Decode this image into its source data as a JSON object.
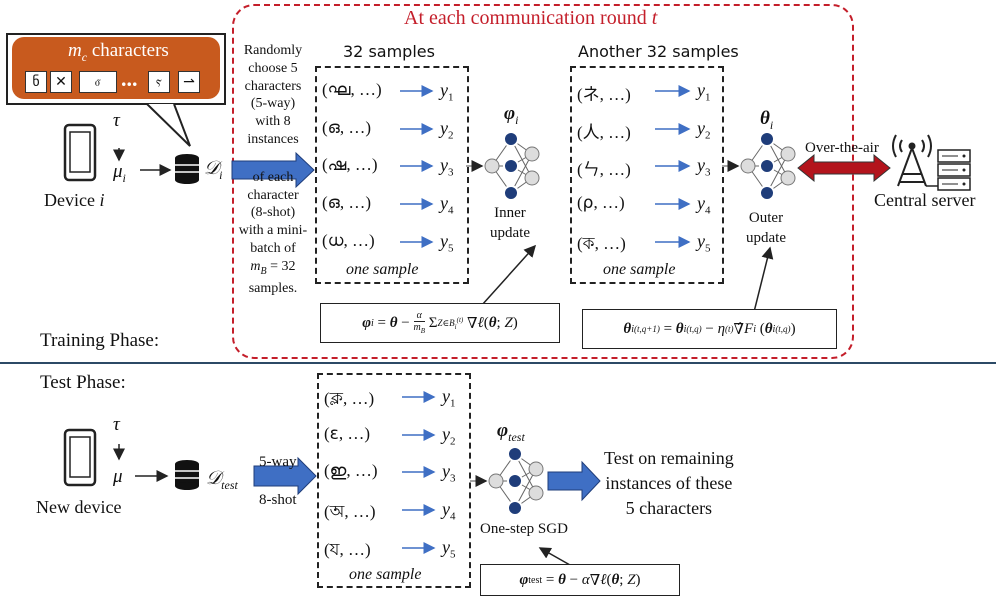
{
  "round_title": "At each communication round t",
  "chars_panel": {
    "label": "m_c characters",
    "glyphs": [
      "ნ",
      "✕",
      "ⳝ",
      "…",
      "ⲋ",
      "⇀"
    ],
    "ellipsis": "..."
  },
  "top_device": {
    "tau": "τ",
    "mu": "μ_i",
    "db": "D_i",
    "label": "Device i"
  },
  "task_desc": [
    "Randomly",
    "choose 5",
    "characters",
    "(5-way)",
    "with 8",
    "instances",
    "of each",
    "character",
    "(8-shot)",
    "with a mini-",
    "batch of",
    "m_B = 32",
    "samples."
  ],
  "inner_samples": {
    "title": "32 samples",
    "rows": [
      {
        "glyph": "ഘ",
        "y": "y1"
      },
      {
        "glyph": "ഒ",
        "y": "y2"
      },
      {
        "glyph": "ഷ",
        "y": "y3"
      },
      {
        "glyph": "ഒ",
        "y": "y4"
      },
      {
        "glyph": "ധ",
        "y": "y5"
      }
    ],
    "footer": "one sample"
  },
  "outer_samples": {
    "title": "Another 32 samples",
    "rows": [
      {
        "glyph": "ネ",
        "y": "y1"
      },
      {
        "glyph": "人",
        "y": "y2"
      },
      {
        "glyph": "ㄣ",
        "y": "y3"
      },
      {
        "glyph": "ρ",
        "y": "y4"
      },
      {
        "glyph": "ক",
        "y": "y5"
      }
    ],
    "footer": "one sample"
  },
  "inner_net": {
    "label": "φ_i",
    "caption": [
      "Inner",
      "update"
    ]
  },
  "outer_net": {
    "label": "θ_i",
    "caption": [
      "Outer",
      "update"
    ]
  },
  "ota_label": "Over-the-air",
  "server_label": "Central server",
  "inner_formula": "φi = θ − (α/mB) ΣZ∈Bi(t) ∇ℓ(θ; Z)",
  "outer_formula": "θi(t,q+1) = θi(t,q) − η(t) ∇̂Fi(θi(t,q))",
  "training_label": "Training Phase:",
  "test_label": "Test Phase:",
  "bottom_device": {
    "tau": "τ",
    "mu": "μ",
    "db": "D_test",
    "label": "New device"
  },
  "test_arrow": {
    "top": "5-way",
    "bottom": "8-shot"
  },
  "test_samples": {
    "rows": [
      {
        "glyph": "ক্ল",
        "y": "y1"
      },
      {
        "glyph": "ɛ",
        "y": "y2"
      },
      {
        "glyph": "ഇ",
        "y": "y3"
      },
      {
        "glyph": "অ",
        "y": "y4"
      },
      {
        "glyph": "য",
        "y": "y5"
      }
    ],
    "footer": "one sample"
  },
  "test_net": {
    "label": "φ_test",
    "caption": "One-step SGD"
  },
  "test_result": [
    "Test on remaining",
    "instances of these",
    "5 characters"
  ],
  "test_formula": "φtest = θ − α∇ℓ(θ; Z)",
  "colors": {
    "red": "#c41e2a",
    "orange": "#c85a1e",
    "blue": "#3f6fc4",
    "navy": "#1f3d7a",
    "darkred": "#b3141c"
  }
}
